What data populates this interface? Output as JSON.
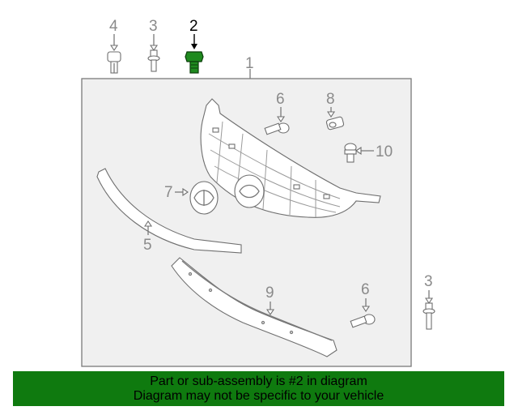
{
  "callouts": {
    "c1": "1",
    "c2": "2",
    "c3a": "3",
    "c3b": "3",
    "c4": "4",
    "c5": "5",
    "c6a": "6",
    "c6b": "6",
    "c7": "7",
    "c8": "8",
    "c9": "9",
    "c10": "10"
  },
  "colors": {
    "highlight_part": "#1f8a1f",
    "banner": "#0f7a0f",
    "frame_fill": "#f0f0f0"
  },
  "footer": {
    "line1": "Part or sub-assembly is #2 in diagram",
    "line2": "Diagram may not be specific to your vehicle"
  }
}
